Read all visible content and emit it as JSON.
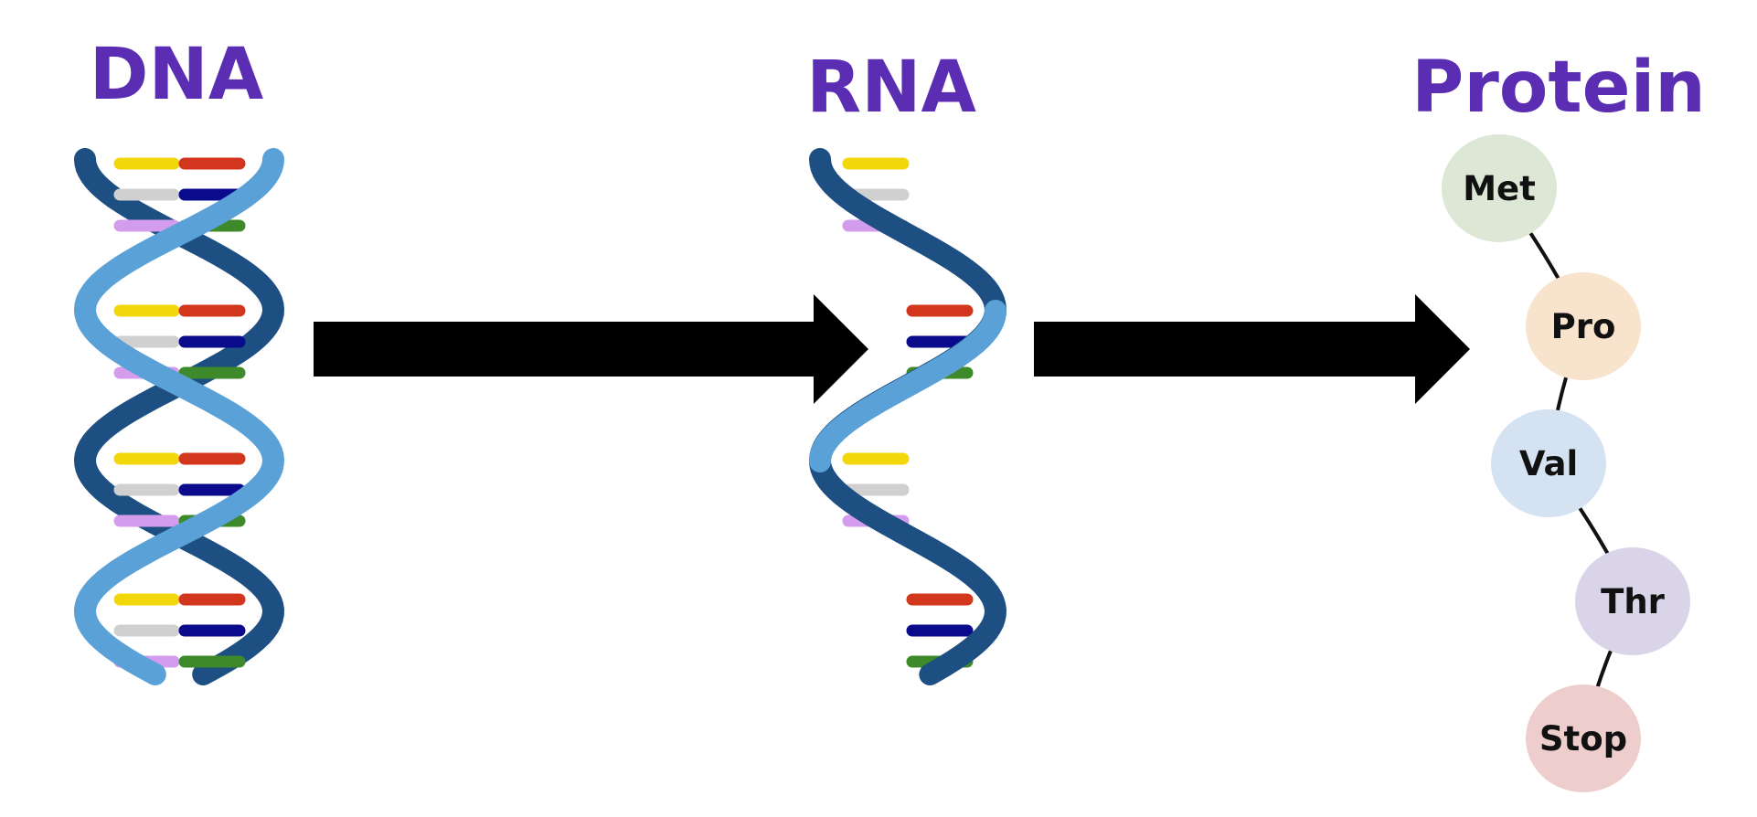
{
  "diagram": {
    "title_color": "#5b2db3",
    "stages": {
      "dna": {
        "label": "DNA"
      },
      "rna": {
        "label": "RNA"
      },
      "protein": {
        "label": "Protein"
      }
    },
    "helix_colors": {
      "back_strand": "#1d4f82",
      "front_strand": "#5aa1d8",
      "bases": [
        "#f2d70c",
        "#d0d0d0",
        "#d39cec",
        "#d2361d",
        "#0a0a8c",
        "#3e8a2a"
      ]
    },
    "arrow_color": "#000000",
    "amino_acids": [
      {
        "label": "Met",
        "color": "#dce8d5"
      },
      {
        "label": "Pro",
        "color": "#f8e3cd"
      },
      {
        "label": "Val",
        "color": "#d4e2f1"
      },
      {
        "label": "Thr",
        "color": "#d9d4e8"
      },
      {
        "label": "Stop",
        "color": "#eecdcd"
      }
    ]
  }
}
